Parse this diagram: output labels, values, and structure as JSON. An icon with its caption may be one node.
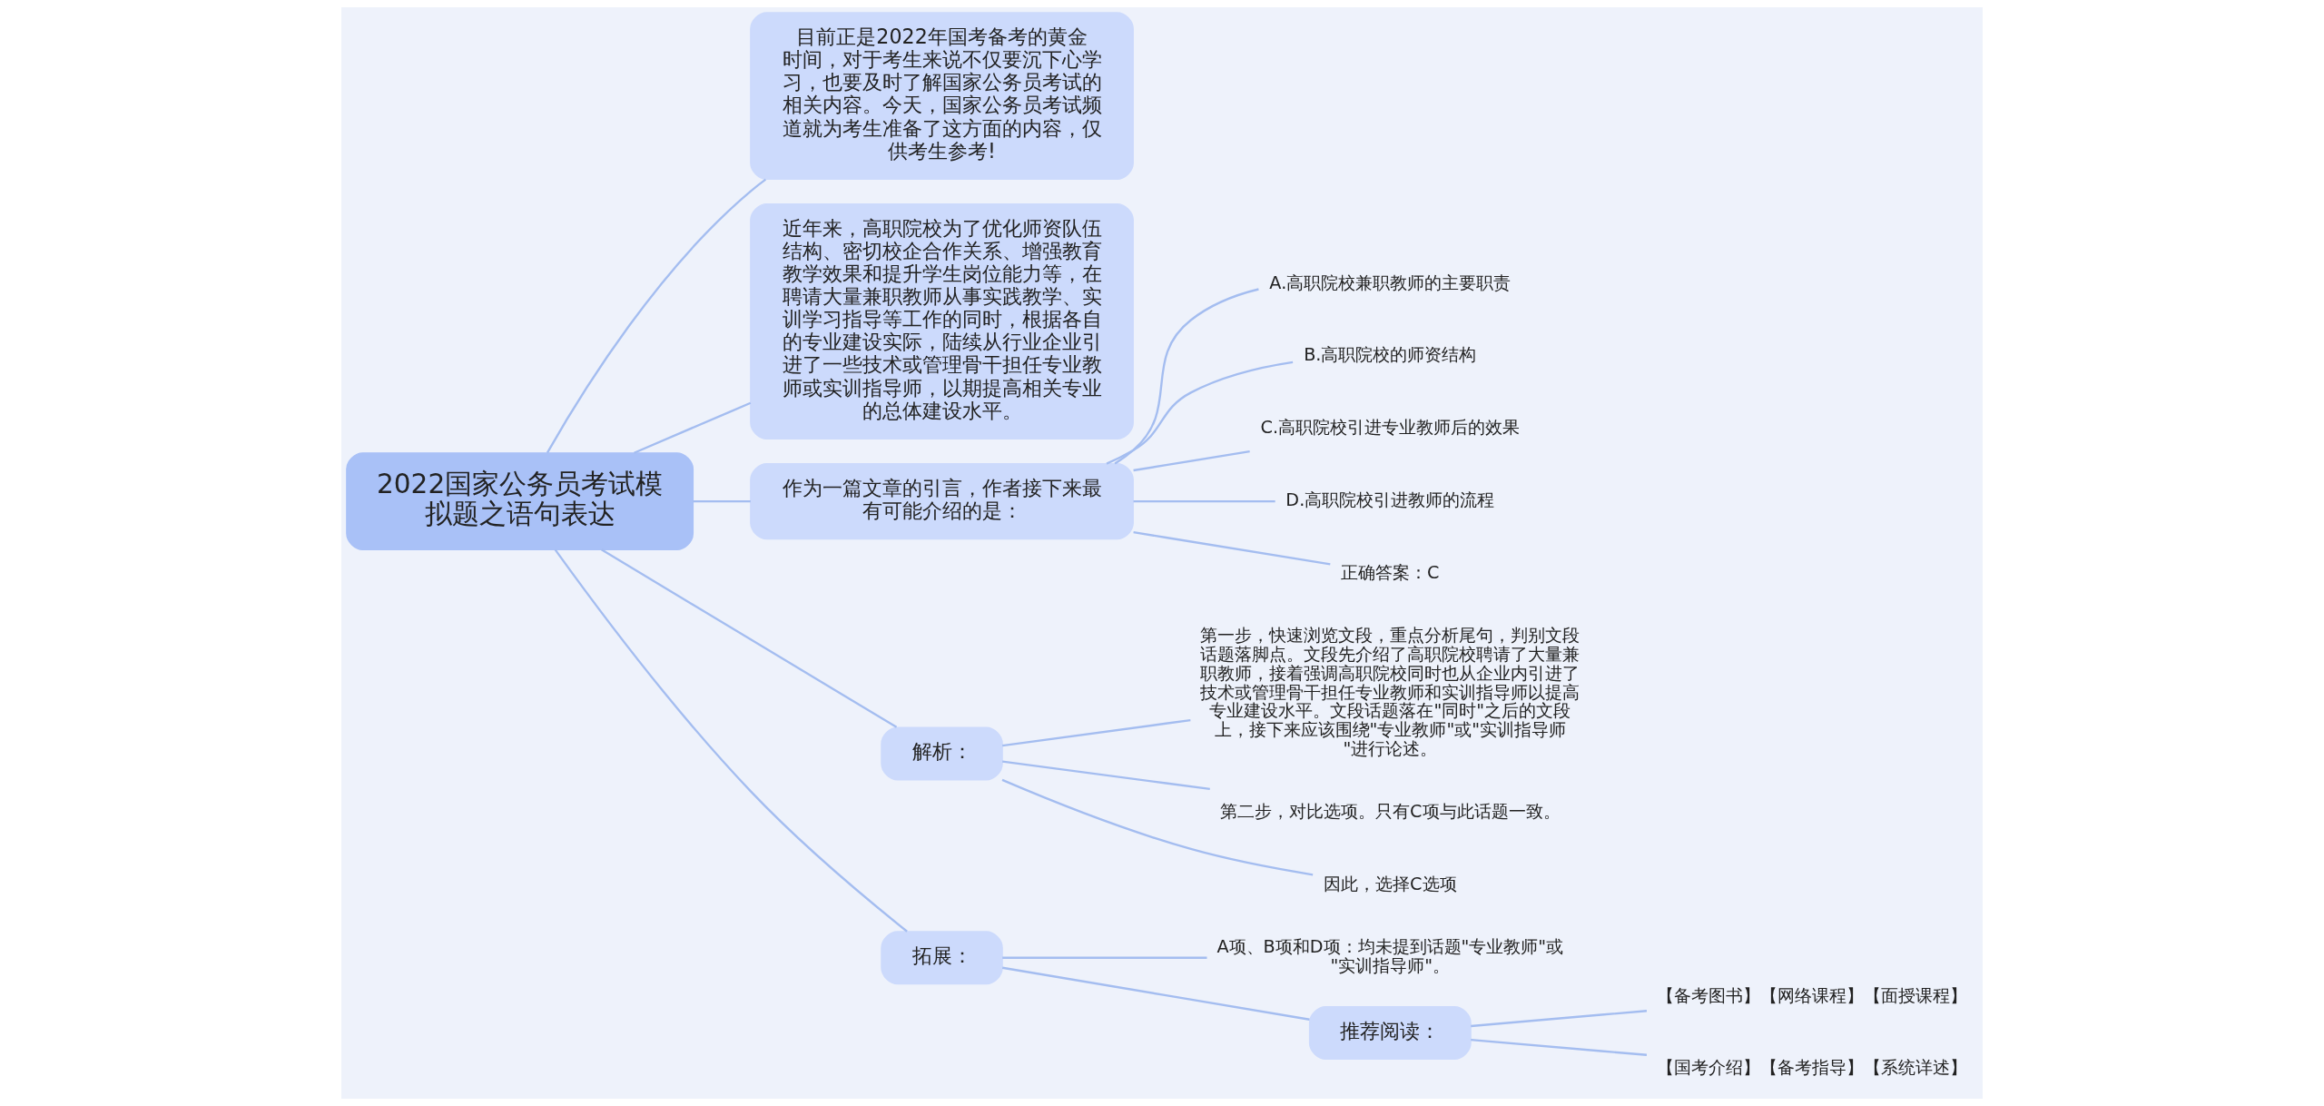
{
  "diagram": {
    "nodes": [
      {
        "text": [
          "2022国家公务员考试模拟题之语句表达"
        ]
      },
      {
        "text": [
          "目前正是2022年国考备考的黄金时间，对于考生来说不仅要沉下心学习，也要及时了解国家公务员考试的相关内容。今天，国家公务员考试频道就为考生准备了这方面的内容，仅供考生参考!"
        ]
      },
      {
        "text": [
          "近年来，高职院校为了优化师资队伍结构、密切校企合作关系、增强教育教学效果和提升学生岗位能力等，在聘请大量兼职教师从事实践教学、实训学习指导等工作的同时，根据各自的专业建设实际，陆续从行业企业引进了一些技术或管理骨干担任专业教师或实训指导师，以期提高相关专业的总体建设水平。"
        ]
      },
      {
        "text": [
          "作为一篇文章的引言，作者接下来最有可能介绍的是："
        ]
      },
      {
        "text": [
          "A.高职院校兼职教师的主要职责"
        ]
      },
      {
        "text": [
          "B.高职院校的师资结构"
        ]
      },
      {
        "text": [
          "C.高职院校引进专业教师后的效果"
        ]
      },
      {
        "text": [
          "D.高职院校引进教师的流程"
        ]
      },
      {
        "text": [
          "正确答案：C"
        ]
      },
      {
        "text": [
          "解析："
        ]
      },
      {
        "text": [
          "第一步，快速浏览文段，重点分析尾句，判别文段话题落脚点。文段先介绍了高职院校聘请了大量兼职教师，接着强调高职院校同时也从企业内引进了技术或管理骨干担任专业教师和实训指导师以提高专业建设水平。文段话题落在\"同时\"之后的文段上，接下来应该围绕\"专业教师\"或\"实训指导师\"进行论述。"
        ]
      },
      {
        "text": [
          "第二步，对比选项。只有C项与此话题一致。"
        ]
      },
      {
        "text": [
          "因此，选择C选项"
        ]
      },
      {
        "text": [
          "拓展："
        ]
      },
      {
        "text": [
          "A项、B项和D项：均未提到话题\"专业教师\"或\"实训指导师\"。"
        ]
      },
      {
        "text": [
          "推荐阅读："
        ]
      },
      {
        "text": [
          "【备考图书】【网络课程】【面授课程】"
        ]
      },
      {
        "text": [
          "【国考介绍】【备考指导】【系统详述】"
        ]
      }
    ],
    "edges": [
      {
        "from": 0,
        "to": 1,
        "arrow": "none"
      },
      {
        "from": 0,
        "to": 2,
        "arrow": "none"
      },
      {
        "from": 0,
        "to": 3,
        "arrow": "none"
      },
      {
        "from": 3,
        "to": 4,
        "arrow": "none"
      },
      {
        "from": 3,
        "to": 5,
        "arrow": "none"
      },
      {
        "from": 3,
        "to": 6,
        "arrow": "none"
      },
      {
        "from": 3,
        "to": 7,
        "arrow": "none"
      },
      {
        "from": 3,
        "to": 8,
        "arrow": "none"
      },
      {
        "from": 0,
        "to": 9,
        "arrow": "none"
      },
      {
        "from": 9,
        "to": 10,
        "arrow": "none"
      },
      {
        "from": 9,
        "to": 11,
        "arrow": "none"
      },
      {
        "from": 9,
        "to": 12,
        "arrow": "none"
      },
      {
        "from": 0,
        "to": 13,
        "arrow": "none"
      },
      {
        "from": 13,
        "to": 14,
        "arrow": "none"
      },
      {
        "from": 13,
        "to": 15,
        "arrow": "none"
      },
      {
        "from": 15,
        "to": 16,
        "arrow": "none"
      },
      {
        "from": 15,
        "to": 17,
        "arrow": "none"
      }
    ]
  }
}
